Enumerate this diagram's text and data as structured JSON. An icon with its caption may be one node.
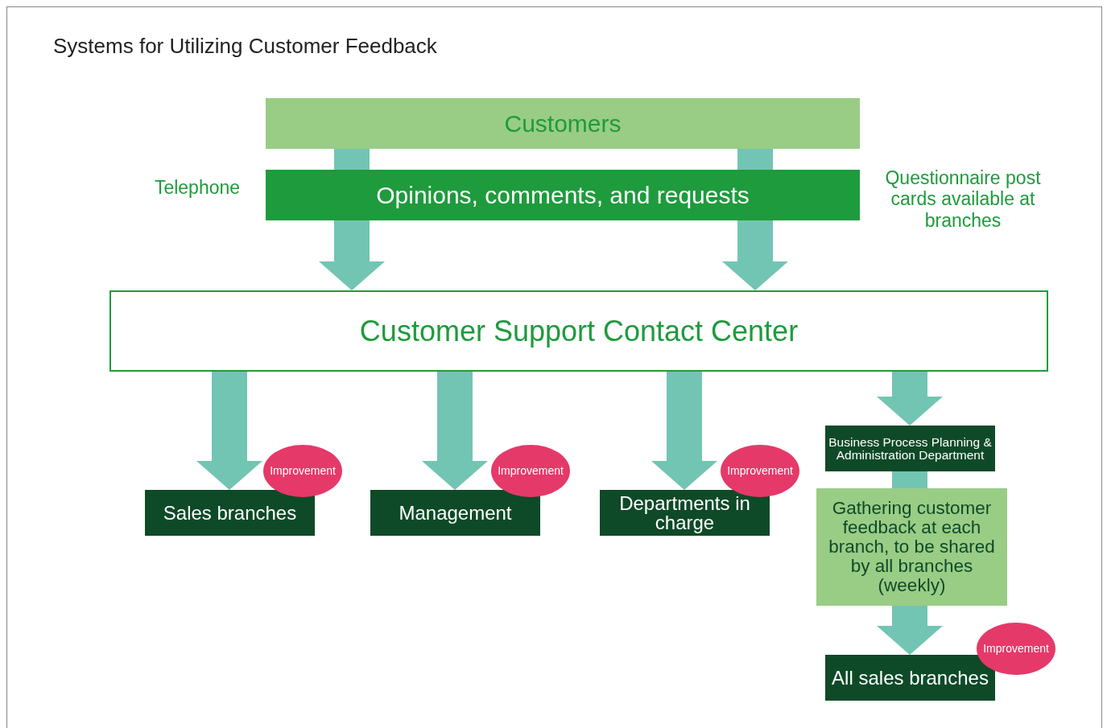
{
  "diagram": {
    "title": "Systems for Utilizing Customer Feedback",
    "nodes": [
      {
        "text": [
          "Customers"
        ]
      },
      {
        "text": [
          "Opinions, comments, and requests"
        ]
      },
      {
        "text": [
          "Customer Support Contact Center"
        ]
      },
      {
        "text": [
          "Sales branches"
        ]
      },
      {
        "text": [
          "Improvement"
        ]
      },
      {
        "text": [
          "Management"
        ]
      },
      {
        "text": [
          "Improvement"
        ]
      },
      {
        "text": [
          "Departments in charge"
        ]
      },
      {
        "text": [
          "Improvement"
        ]
      },
      {
        "text": [
          "Business Process Planning & Administration Department"
        ]
      },
      {
        "text": [
          "Gathering customer feedback at each branch, to be shared by all branches (weekly)"
        ]
      },
      {
        "text": [
          "All sales branches"
        ]
      },
      {
        "text": [
          "Improvement"
        ]
      }
    ],
    "edges": [
      {
        "from": 0,
        "to": 1,
        "arrow": "none"
      },
      {
        "from": 1,
        "to": 2,
        "arrow": "to"
      },
      {
        "from": 0,
        "to": 1,
        "arrow": "none"
      },
      {
        "from": 1,
        "to": 2,
        "arrow": "to"
      },
      {
        "from": 2,
        "to": 3,
        "arrow": "to"
      },
      {
        "from": 2,
        "to": 5,
        "arrow": "to"
      },
      {
        "from": 2,
        "to": 7,
        "arrow": "to"
      },
      {
        "from": 2,
        "to": 9,
        "arrow": "to"
      },
      {
        "from": 9,
        "to": 10,
        "arrow": "none"
      },
      {
        "from": 10,
        "to": 11,
        "arrow": "to"
      }
    ],
    "labels": [
      "Telephone",
      "Questionnaire post cards available at branches"
    ]
  }
}
